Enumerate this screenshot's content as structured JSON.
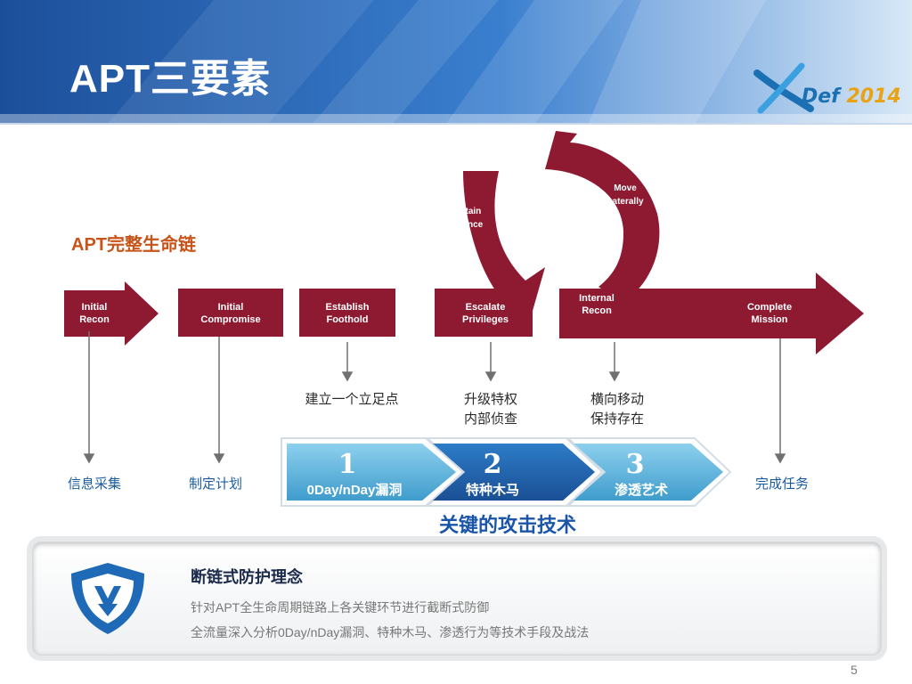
{
  "title": "APT三要素",
  "logo": {
    "brand": "Def",
    "year": "2014"
  },
  "lifecycle_title": "APT完整生命链",
  "stages": [
    {
      "line1": "Initial",
      "line2": "Recon"
    },
    {
      "line1": "Initial",
      "line2": "Compromise"
    },
    {
      "line1": "Establish",
      "line2": "Foothold"
    },
    {
      "line1": "Escalate",
      "line2": "Privileges"
    },
    {
      "line1": "Internal",
      "line2": "Recon"
    },
    {
      "line1": "Complete",
      "line2": "Mission"
    }
  ],
  "cycle_labels": {
    "maintain": {
      "line1": "Maintain",
      "line2": "Presence"
    },
    "move": {
      "line1": "Move",
      "line2": "Laterally"
    }
  },
  "mid_labels": [
    {
      "line1": "建立一个立足点",
      "line2": ""
    },
    {
      "line1": "升级特权",
      "line2": "内部侦查"
    },
    {
      "line1": "横向移动",
      "line2": "保持存在"
    }
  ],
  "bottom_labels": [
    "信息采集",
    "制定计划",
    "完成任务"
  ],
  "techniques": [
    {
      "number": "1",
      "caption": "0Day/nDay漏洞"
    },
    {
      "number": "2",
      "caption": "特种木马"
    },
    {
      "number": "3",
      "caption": "渗透艺术"
    }
  ],
  "key_tech_title": "关键的攻击技术",
  "panel": {
    "title": "断链式防护理念",
    "line1": "针对APT全生命周期链路上各关键环节进行截断式防御",
    "line2": "全流量深入分析0Day/nDay漏洞、特种木马、渗透行为等技术手段及战法"
  },
  "page_number": "5",
  "colors": {
    "maroon": "#8e1a32",
    "blue_dark": "#1e5fa8",
    "blue_light": "#5aaed8",
    "title_orange": "#c8541a"
  }
}
